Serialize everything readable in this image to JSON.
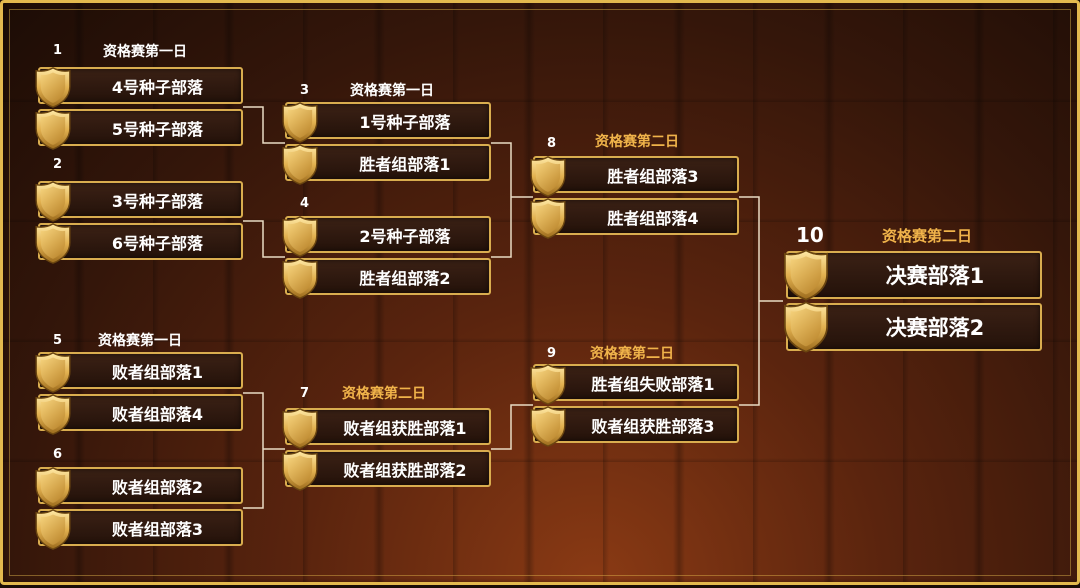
{
  "bracket": {
    "matches": [
      {
        "num": "1",
        "header": "资格赛第一日",
        "teams": [
          "4号种子部落",
          "5号种子部落"
        ]
      },
      {
        "num": "2",
        "header": "",
        "teams": [
          "3号种子部落",
          "6号种子部落"
        ]
      },
      {
        "num": "3",
        "header": "资格赛第一日",
        "teams": [
          "1号种子部落",
          "胜者组部落1"
        ]
      },
      {
        "num": "4",
        "header": "",
        "teams": [
          "2号种子部落",
          "胜者组部落2"
        ]
      },
      {
        "num": "5",
        "header": "资格赛第一日",
        "teams": [
          "败者组部落1",
          "败者组部落4"
        ]
      },
      {
        "num": "6",
        "header": "",
        "teams": [
          "败者组部落2",
          "败者组部落3"
        ]
      },
      {
        "num": "7",
        "header": "资格赛第二日",
        "teams": [
          "败者组获胜部落1",
          "败者组获胜部落2"
        ]
      },
      {
        "num": "8",
        "header": "资格赛第二日",
        "teams": [
          "胜者组部落3",
          "胜者组部落4"
        ]
      },
      {
        "num": "9",
        "header": "资格赛第二日",
        "teams": [
          "胜者组失败部落1",
          "败者组获胜部落3"
        ]
      },
      {
        "num": "10",
        "header": "资格赛第二日",
        "teams": [
          "决赛部落1",
          "决赛部落2"
        ]
      }
    ]
  },
  "icons": {
    "team_badge": "gold-shield-icon"
  },
  "colors": {
    "frame_gold": "#e3b94e",
    "header_gold": "#f0b34a",
    "text_white": "#ffffff",
    "wood_dark": "#34160a"
  }
}
